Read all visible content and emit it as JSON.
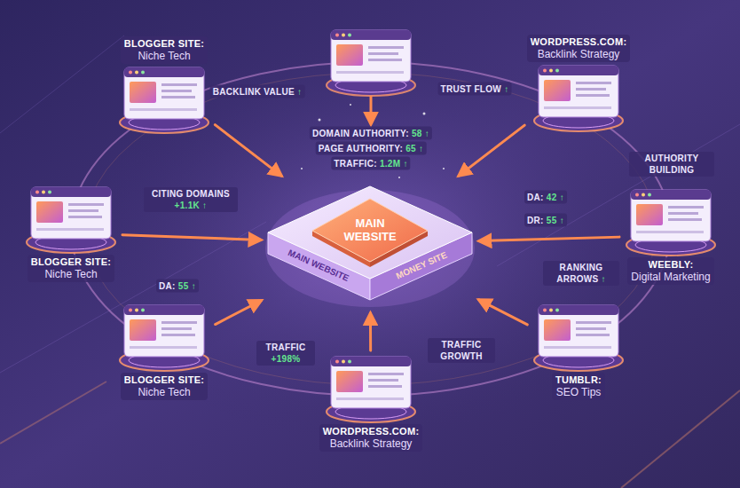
{
  "diagram": {
    "nodes": [
      {
        "text": [
          "BLOGGER SITE:",
          "Niche Tech"
        ]
      },
      {
        "text": [
          "WORDPRESS.COM:",
          "Backlink Strategy"
        ]
      },
      {
        "text": [
          "MAIN WEBSITE",
          "MAIN WEBSITE",
          "MONEY SITE"
        ]
      },
      {
        "text": [
          "BLOGGER SITE:",
          "Niche Tech"
        ]
      },
      {
        "text": [
          "WEEBLY:",
          "Digital Marketing"
        ]
      },
      {
        "text": [
          "BLOGGER SITE:",
          "Niche Tech"
        ]
      },
      {
        "text": [
          "TUMBLR:",
          "SEO Tips"
        ]
      },
      {
        "text": [
          "WORDPRESS.COM:",
          "Backlink Strategy"
        ]
      }
    ],
    "edges": [
      {
        "from": 0,
        "to": 2,
        "arrow": "to"
      },
      {
        "from": 1,
        "to": 2,
        "arrow": "to"
      },
      {
        "from": 3,
        "to": 2,
        "arrow": "to"
      },
      {
        "from": 4,
        "to": 2,
        "arrow": "to"
      },
      {
        "from": 5,
        "to": 2,
        "arrow": "to"
      },
      {
        "from": 6,
        "to": 2,
        "arrow": "to"
      },
      {
        "from": 7,
        "to": 2,
        "arrow": "to"
      }
    ],
    "labels": [
      "BACKLINK VALUE ↑",
      "TRUST FLOW ↑",
      "DOMAIN AUTHORITY: 58 ↑",
      "PAGE AUTHORITY: 65 ↑",
      "TRAFFIC: 1.2M ↑",
      "AUTHORITY BUILDING",
      "CITING DOMAINS +1.1K ↑",
      "DA: 42 ↑",
      "DR: 55 ↑",
      "RANKING ARROWS ↑",
      "DA: 55 ↑",
      "TRAFFIC +198%",
      "TRAFFIC GROWTH"
    ]
  }
}
